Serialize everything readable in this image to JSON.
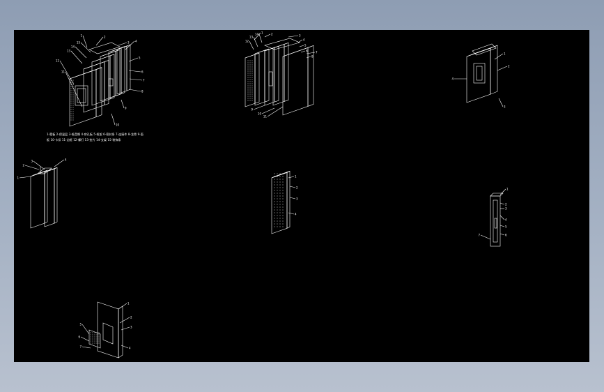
{
  "background_color": "#000000",
  "line_color": "#ffffff",
  "frame_color": "#97a5b9",
  "views": [
    {
      "name": "exploded-view-1",
      "labels": [
        "1",
        "2",
        "3",
        "4",
        "5",
        "6",
        "7",
        "8",
        "9",
        "10",
        "11",
        "12",
        "13",
        "14",
        "15"
      ]
    },
    {
      "name": "exploded-view-2",
      "labels": [
        "1",
        "2",
        "3",
        "4",
        "5",
        "6",
        "7",
        "8",
        "9",
        "10",
        "11",
        "12",
        "13",
        "14"
      ]
    },
    {
      "name": "assembled-view",
      "labels": [
        "1",
        "2",
        "3",
        "4"
      ]
    },
    {
      "name": "channel-frame-view",
      "labels": [
        "1",
        "2",
        "3",
        "4"
      ]
    },
    {
      "name": "perforated-panel-view",
      "labels": [
        "1",
        "2",
        "3",
        "4"
      ]
    },
    {
      "name": "section-view",
      "labels": [
        "1",
        "2",
        "3",
        "4",
        "5",
        "6",
        "7"
      ]
    },
    {
      "name": "mounting-detail-view",
      "labels": [
        "1",
        "2",
        "3",
        "4",
        "5",
        "6",
        "7"
      ]
    }
  ],
  "note_text": "1-壁板 2-保温层 3-吸音棉 4-穿孔板 5-框架 6-密封条 7-连接件 8-龙骨 9-面板 10-卡扣 11-边框 12-螺钉 13-垫片 14-支架 15-装饰条"
}
